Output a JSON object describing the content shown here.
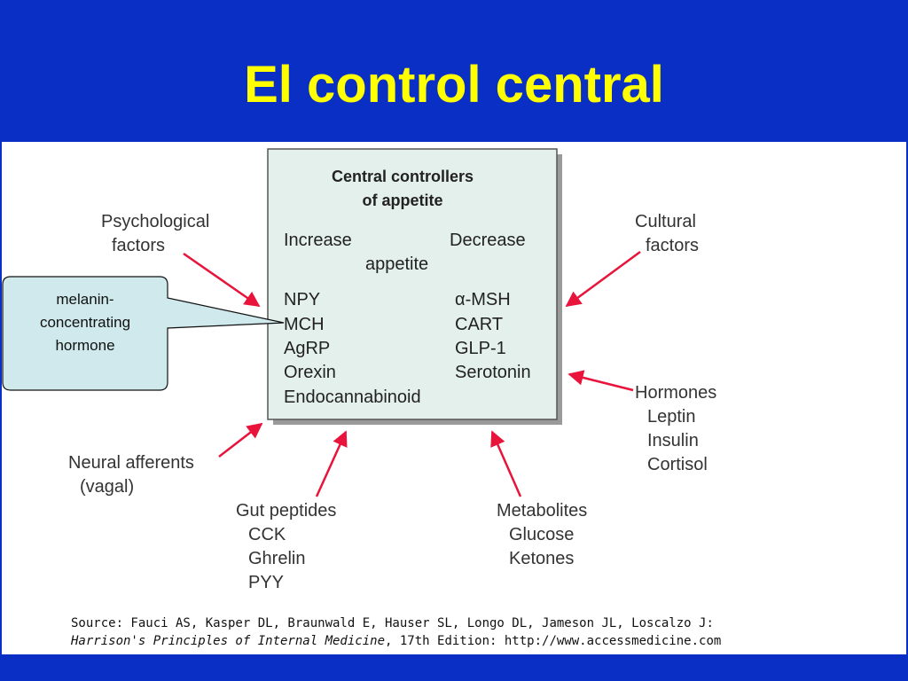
{
  "title": "El control central",
  "box": {
    "heading_1": "Central controllers",
    "heading_2": "of appetite",
    "increase": "Increase",
    "decrease": "Decrease",
    "appetite": "appetite",
    "increase_items": [
      "NPY",
      "MCH",
      "AgRP",
      "Orexin",
      "Endocannabinoid"
    ],
    "decrease_items": [
      "α-MSH",
      "CART",
      "GLP-1",
      "Serotonin"
    ]
  },
  "callout": {
    "line_1": "melanin-",
    "line_2": "concentrating",
    "line_3": "hormone"
  },
  "factors": {
    "psychological": [
      "Psychological",
      "factors"
    ],
    "cultural": [
      "Cultural",
      "factors"
    ],
    "hormones": [
      "Hormones",
      "Leptin",
      "Insulin",
      "Cortisol"
    ],
    "neural": [
      "Neural afferents",
      "(vagal)"
    ],
    "gut": [
      "Gut peptides",
      "CCK",
      "Ghrelin",
      "PYY"
    ],
    "metabolites": [
      "Metabolites",
      "Glucose",
      "Ketones"
    ]
  },
  "source": {
    "line_1": "Source: Fauci AS, Kasper DL, Braunwald E, Hauser SL, Longo DL, Jameson JL, Loscalzo J:",
    "line_2_italic": "Harrison's Principles of Internal Medicine",
    "line_2_rest": ", 17th Edition: http://www.accessmedicine.com"
  },
  "colors": {
    "background": "#0a2fc4",
    "title": "#ffff00",
    "box_fill": "#e4f0ec",
    "arrow": "#e8143c",
    "callout_fill": "#cfe9ec"
  }
}
